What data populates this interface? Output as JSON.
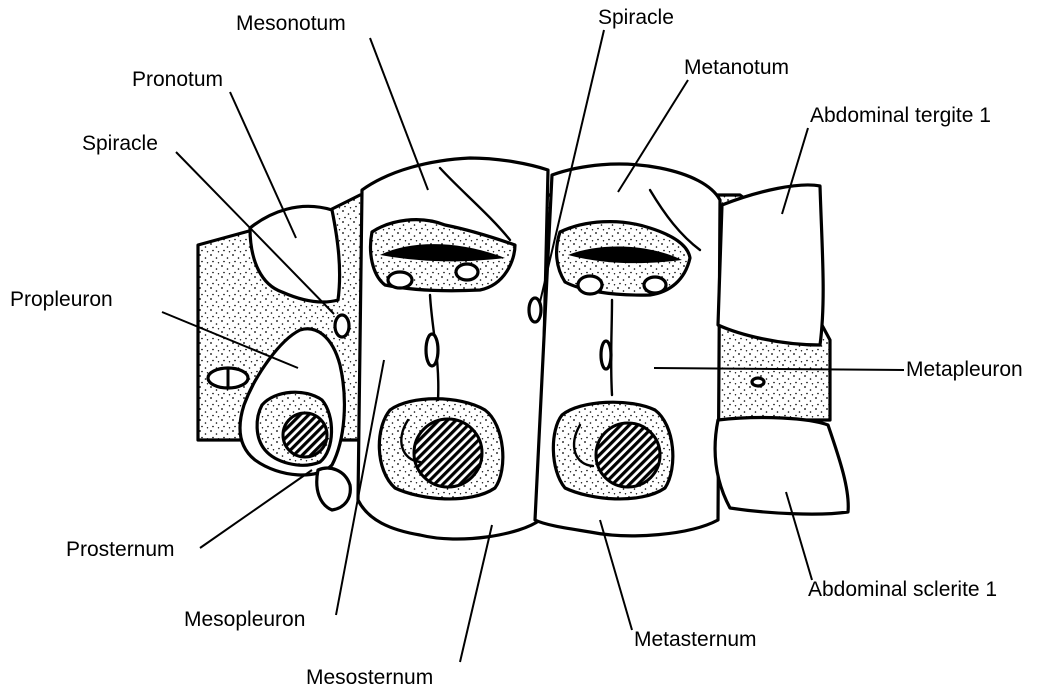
{
  "labels": {
    "mesonotum": "Mesonotum",
    "spiracle_top": "Spiracle",
    "pronotum": "Pronotum",
    "metanotum": "Metanotum",
    "abdominal_tergite": "Abdominal tergite 1",
    "spiracle_left": "Spiracle",
    "propleuron": "Propleuron",
    "metapleuron": "Metapleuron",
    "prosternum": "Prosternum",
    "abdominal_sclerite": "Abdominal sclerite 1",
    "mesopleuron": "Mesopleuron",
    "metasternum": "Metasternum",
    "mesosternum": "Mesosternum"
  },
  "colors": {
    "ink": "#000000",
    "paper": "#ffffff"
  }
}
